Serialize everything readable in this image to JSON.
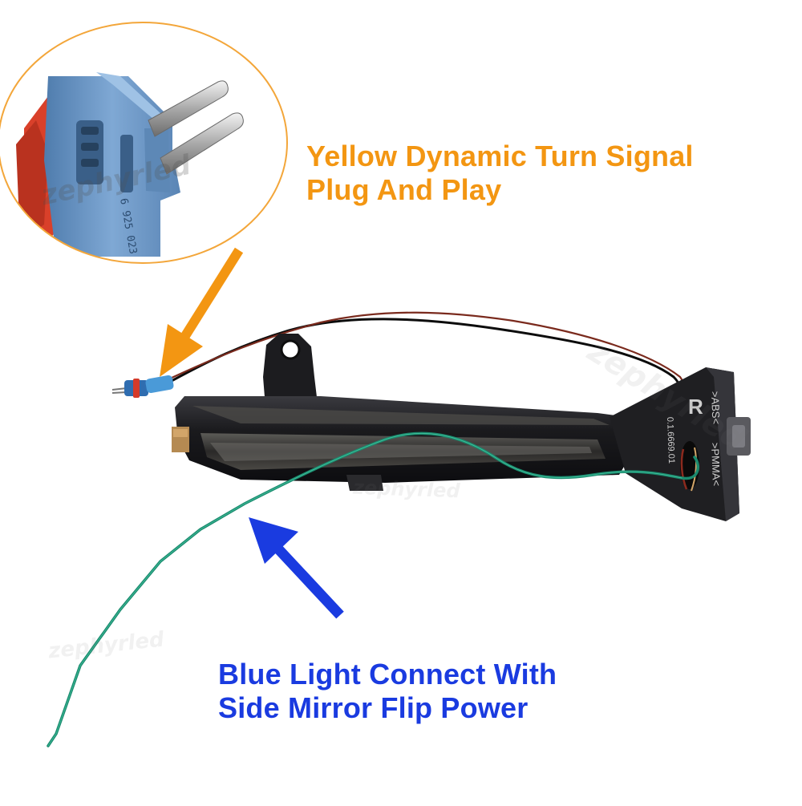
{
  "callouts": {
    "turn_signal": {
      "line1": "Yellow Dynamic Turn Signal",
      "line2": "Plug And Play",
      "color": "#f39612"
    },
    "mirror_flip": {
      "line1": "Blue Light Connect With",
      "line2": "Side Mirror Flip Power",
      "color": "#1a3be0"
    }
  },
  "connector_markings": {
    "part_number": "6 925 023"
  },
  "housing_markings": {
    "letter": "R",
    "label_top": ">ABS<",
    "label_side": ">PMMA<",
    "part_number": "0.1.6669.01"
  },
  "watermark": {
    "text": "zephyrled"
  },
  "colors": {
    "arrow_orange": "#f39612",
    "arrow_blue": "#1a3be0",
    "wire_green": "#1a8a6e",
    "wire_red": "#8b2a1e",
    "connector_blue": "#6f9ac6",
    "housing_black": "#1d1d20"
  }
}
